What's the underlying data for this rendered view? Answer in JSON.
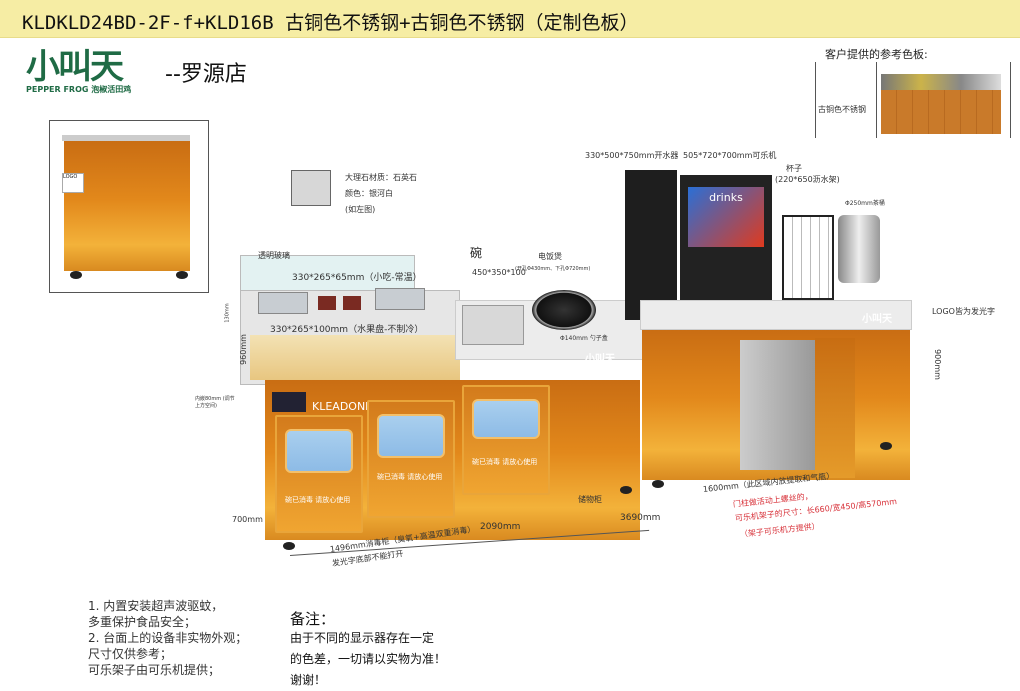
{
  "header": {
    "title": "KLDKLD24BD-2F-f+KLD16B 古铜色不锈钢+古铜色不锈钢（定制色板）"
  },
  "brand": {
    "logo_mark": "小叫天",
    "logo_en": "PEPPER FROG",
    "logo_cn": "泡椒活田鸡",
    "store": "--罗源店"
  },
  "reference": {
    "title": "客户提供的参考色板:",
    "label": "古铜色不锈钢",
    "color": "#c97a2a"
  },
  "marble": {
    "line1": "大理石材质：石英石",
    "line2": "颜色：银河白",
    "line3": "(如左图)",
    "color": "#d7d7d7"
  },
  "labels": {
    "glass": "透明玻璃",
    "snack_pan": "330*265*65mm（小吃-常温）",
    "fruit_pan": "330*265*100mm（水果盘-不制冷）",
    "bowl": "碗",
    "bowl_size": "450*350*100",
    "rice_cooker": "电饭煲",
    "rice_cooker_size": "(开孔Φ430mm、下孔Φ720mm)",
    "spoon": "Φ140mm 勺子盒",
    "water_boiler": "330*500*750mm开水器",
    "cola": "505*720*700mm可乐机",
    "cups": "杯子",
    "cups_rack": "(220*650沥水架)",
    "tea_bucket": "Φ250mm茶桶",
    "logo_note": "LOGO皆为发光字",
    "h900": "900mm",
    "h960": "960mm",
    "h130": "130mm",
    "h700": "700mm",
    "small_note": "内嵌80mm (调节上方空间)",
    "brand_panel": "KLEADONE",
    "door_text": "碗已消毒 请放心使用",
    "storage": "储物柜",
    "w1496": "1496mm消毒柜（臭氧+高温双重消毒）",
    "w1496b": "发光字底部不能打开",
    "w2090": "2090mm",
    "w3690": "3690mm",
    "w1600": "1600mm（此区域内放提取和气瓶）",
    "red1": "门柱做活动上螺丝的，",
    "red2": "可乐机架子的尺寸：长660/宽450/高570mm",
    "red3": "（架子可乐机方提供）",
    "inset_label": "LOGO",
    "cola_screen": "drinks"
  },
  "notes_left": [
    "1. 内置安装超声波驱蚊，",
    "多重保护食品安全；",
    "2. 台面上的设备非实物外观；",
    "尺寸仅供参考；",
    "可乐架子由可乐机提供；"
  ],
  "notes_right": {
    "title": "备注：",
    "lines": [
      "由于不同的显示器存在一定",
      "的色差，一切请以实物为准！",
      "谢谢！"
    ]
  }
}
